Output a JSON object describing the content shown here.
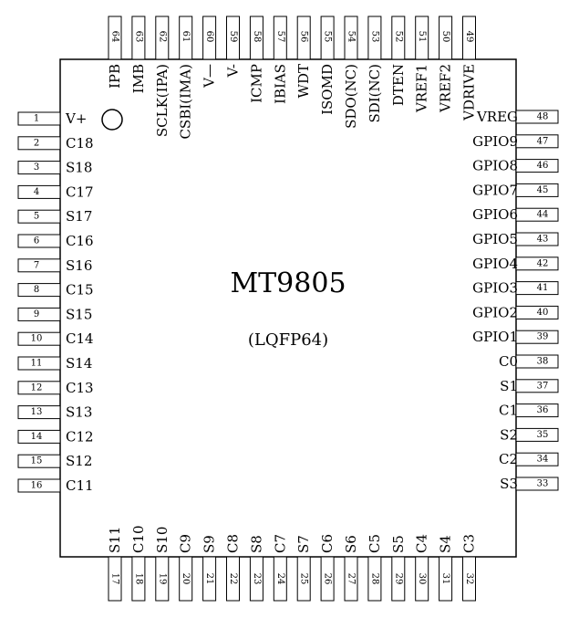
{
  "chip": {
    "name": "MT9805",
    "package": "(LQFP64)"
  },
  "pins": {
    "left": [
      {
        "num": "1",
        "label": "V+"
      },
      {
        "num": "2",
        "label": "C18"
      },
      {
        "num": "3",
        "label": "S18"
      },
      {
        "num": "4",
        "label": "C17"
      },
      {
        "num": "5",
        "label": "S17"
      },
      {
        "num": "6",
        "label": "C16"
      },
      {
        "num": "7",
        "label": "S16"
      },
      {
        "num": "8",
        "label": "C15"
      },
      {
        "num": "9",
        "label": "S15"
      },
      {
        "num": "10",
        "label": "C14"
      },
      {
        "num": "11",
        "label": "S14"
      },
      {
        "num": "12",
        "label": "C13"
      },
      {
        "num": "13",
        "label": "S13"
      },
      {
        "num": "14",
        "label": "C12"
      },
      {
        "num": "15",
        "label": "S12"
      },
      {
        "num": "16",
        "label": "C11"
      }
    ],
    "bottom": [
      {
        "num": "17",
        "label": "S11"
      },
      {
        "num": "18",
        "label": "C10"
      },
      {
        "num": "19",
        "label": "S10"
      },
      {
        "num": "20",
        "label": "C9"
      },
      {
        "num": "21",
        "label": "S9"
      },
      {
        "num": "22",
        "label": "C8"
      },
      {
        "num": "23",
        "label": "S8"
      },
      {
        "num": "24",
        "label": "C7"
      },
      {
        "num": "25",
        "label": "S7"
      },
      {
        "num": "26",
        "label": "C6"
      },
      {
        "num": "27",
        "label": "S6"
      },
      {
        "num": "28",
        "label": "C5"
      },
      {
        "num": "29",
        "label": "S5"
      },
      {
        "num": "30",
        "label": "C4"
      },
      {
        "num": "31",
        "label": "S4"
      },
      {
        "num": "32",
        "label": "C3"
      }
    ],
    "right": [
      {
        "num": "48",
        "label": "VREG"
      },
      {
        "num": "47",
        "label": "GPIO9"
      },
      {
        "num": "46",
        "label": "GPIO8"
      },
      {
        "num": "45",
        "label": "GPIO7"
      },
      {
        "num": "44",
        "label": "GPIO6"
      },
      {
        "num": "43",
        "label": "GPIO5"
      },
      {
        "num": "42",
        "label": "GPIO4"
      },
      {
        "num": "41",
        "label": "GPIO3"
      },
      {
        "num": "40",
        "label": "GPIO2"
      },
      {
        "num": "39",
        "label": "GPIO1"
      },
      {
        "num": "38",
        "label": "C0"
      },
      {
        "num": "37",
        "label": "S1"
      },
      {
        "num": "36",
        "label": "C1"
      },
      {
        "num": "35",
        "label": "S2"
      },
      {
        "num": "34",
        "label": "C2"
      },
      {
        "num": "33",
        "label": "S3"
      }
    ],
    "top": [
      {
        "num": "64",
        "label": "IPB"
      },
      {
        "num": "63",
        "label": "IMB"
      },
      {
        "num": "62",
        "label": "SCLK(IPA)"
      },
      {
        "num": "61",
        "label": "CSBI(IMA)"
      },
      {
        "num": "60",
        "label": "V—"
      },
      {
        "num": "59",
        "label": "V-"
      },
      {
        "num": "58",
        "label": "ICMP"
      },
      {
        "num": "57",
        "label": "IBIAS"
      },
      {
        "num": "56",
        "label": "WDT"
      },
      {
        "num": "55",
        "label": "ISOMD"
      },
      {
        "num": "54",
        "label": "SDO(NC)"
      },
      {
        "num": "53",
        "label": "SDI(NC)"
      },
      {
        "num": "52",
        "label": "DTEN"
      },
      {
        "num": "51",
        "label": "VREF1"
      },
      {
        "num": "50",
        "label": "VREF2"
      },
      {
        "num": "49",
        "label": "VDRIVE"
      }
    ]
  }
}
